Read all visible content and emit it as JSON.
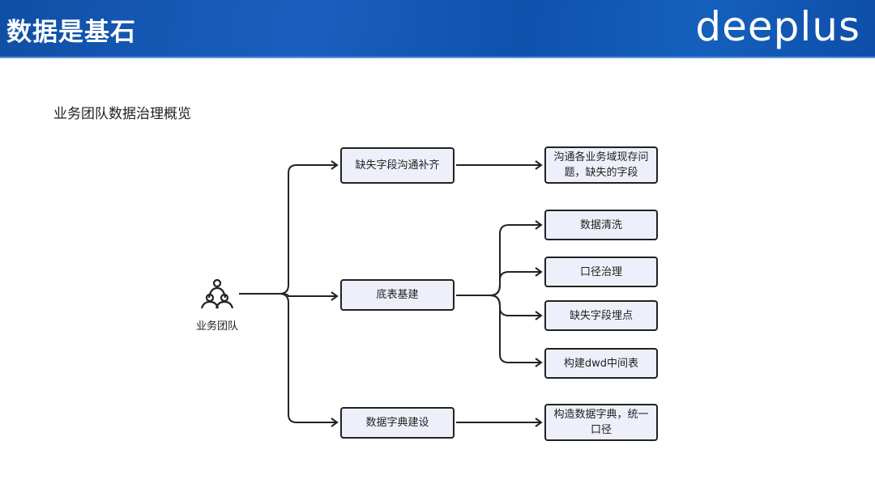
{
  "header": {
    "title": "数据是基石",
    "logo": "deeplus",
    "bg_color": "#1256b0"
  },
  "subtitle": "业务团队数据治理概览",
  "root": {
    "label": "业务团队",
    "icon": "team-icon"
  },
  "branches": [
    {
      "label": "缺失字段沟通补齐",
      "children": [
        "沟通各业务域现存问题，缺失的字段"
      ]
    },
    {
      "label": "底表基建",
      "children": [
        "数据清洗",
        "口径治理",
        "缺失字段埋点",
        "构建dwd中间表"
      ]
    },
    {
      "label": "数据字典建设",
      "children": [
        "构造数据字典，统一口径"
      ]
    }
  ]
}
